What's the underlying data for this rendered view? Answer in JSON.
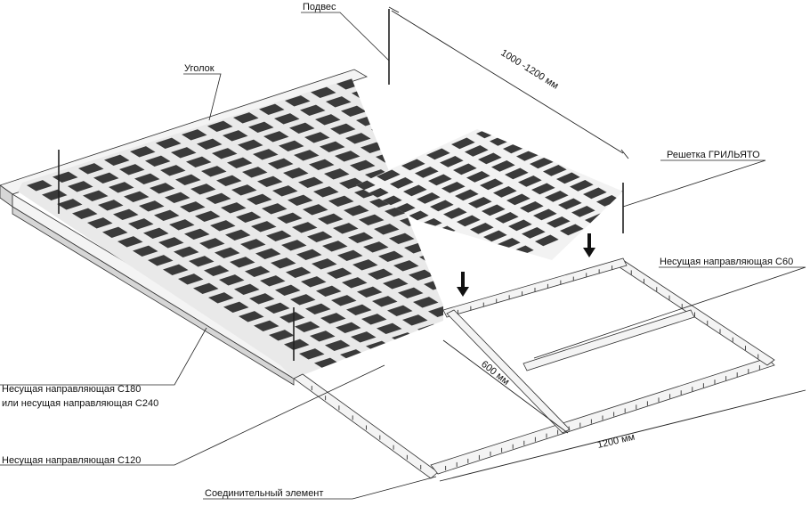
{
  "labels": {
    "hanger": "Подвес",
    "wall_angle": "Уголок",
    "grilyato": "Решетка ГРИЛЬЯТО",
    "carrier_c60": "Несущая направляющая С60",
    "carrier_c180_line1": "Несущая направляющая С180",
    "carrier_c180_line2": "или несущая направляющая С240",
    "carrier_c120": "Несущая направляющая С120",
    "connector": "Соединительный элемент"
  },
  "dimensions": {
    "hanger_spacing": "1000 -1200 мм",
    "module_600": "600 мм",
    "module_1200": "1200 мм"
  }
}
